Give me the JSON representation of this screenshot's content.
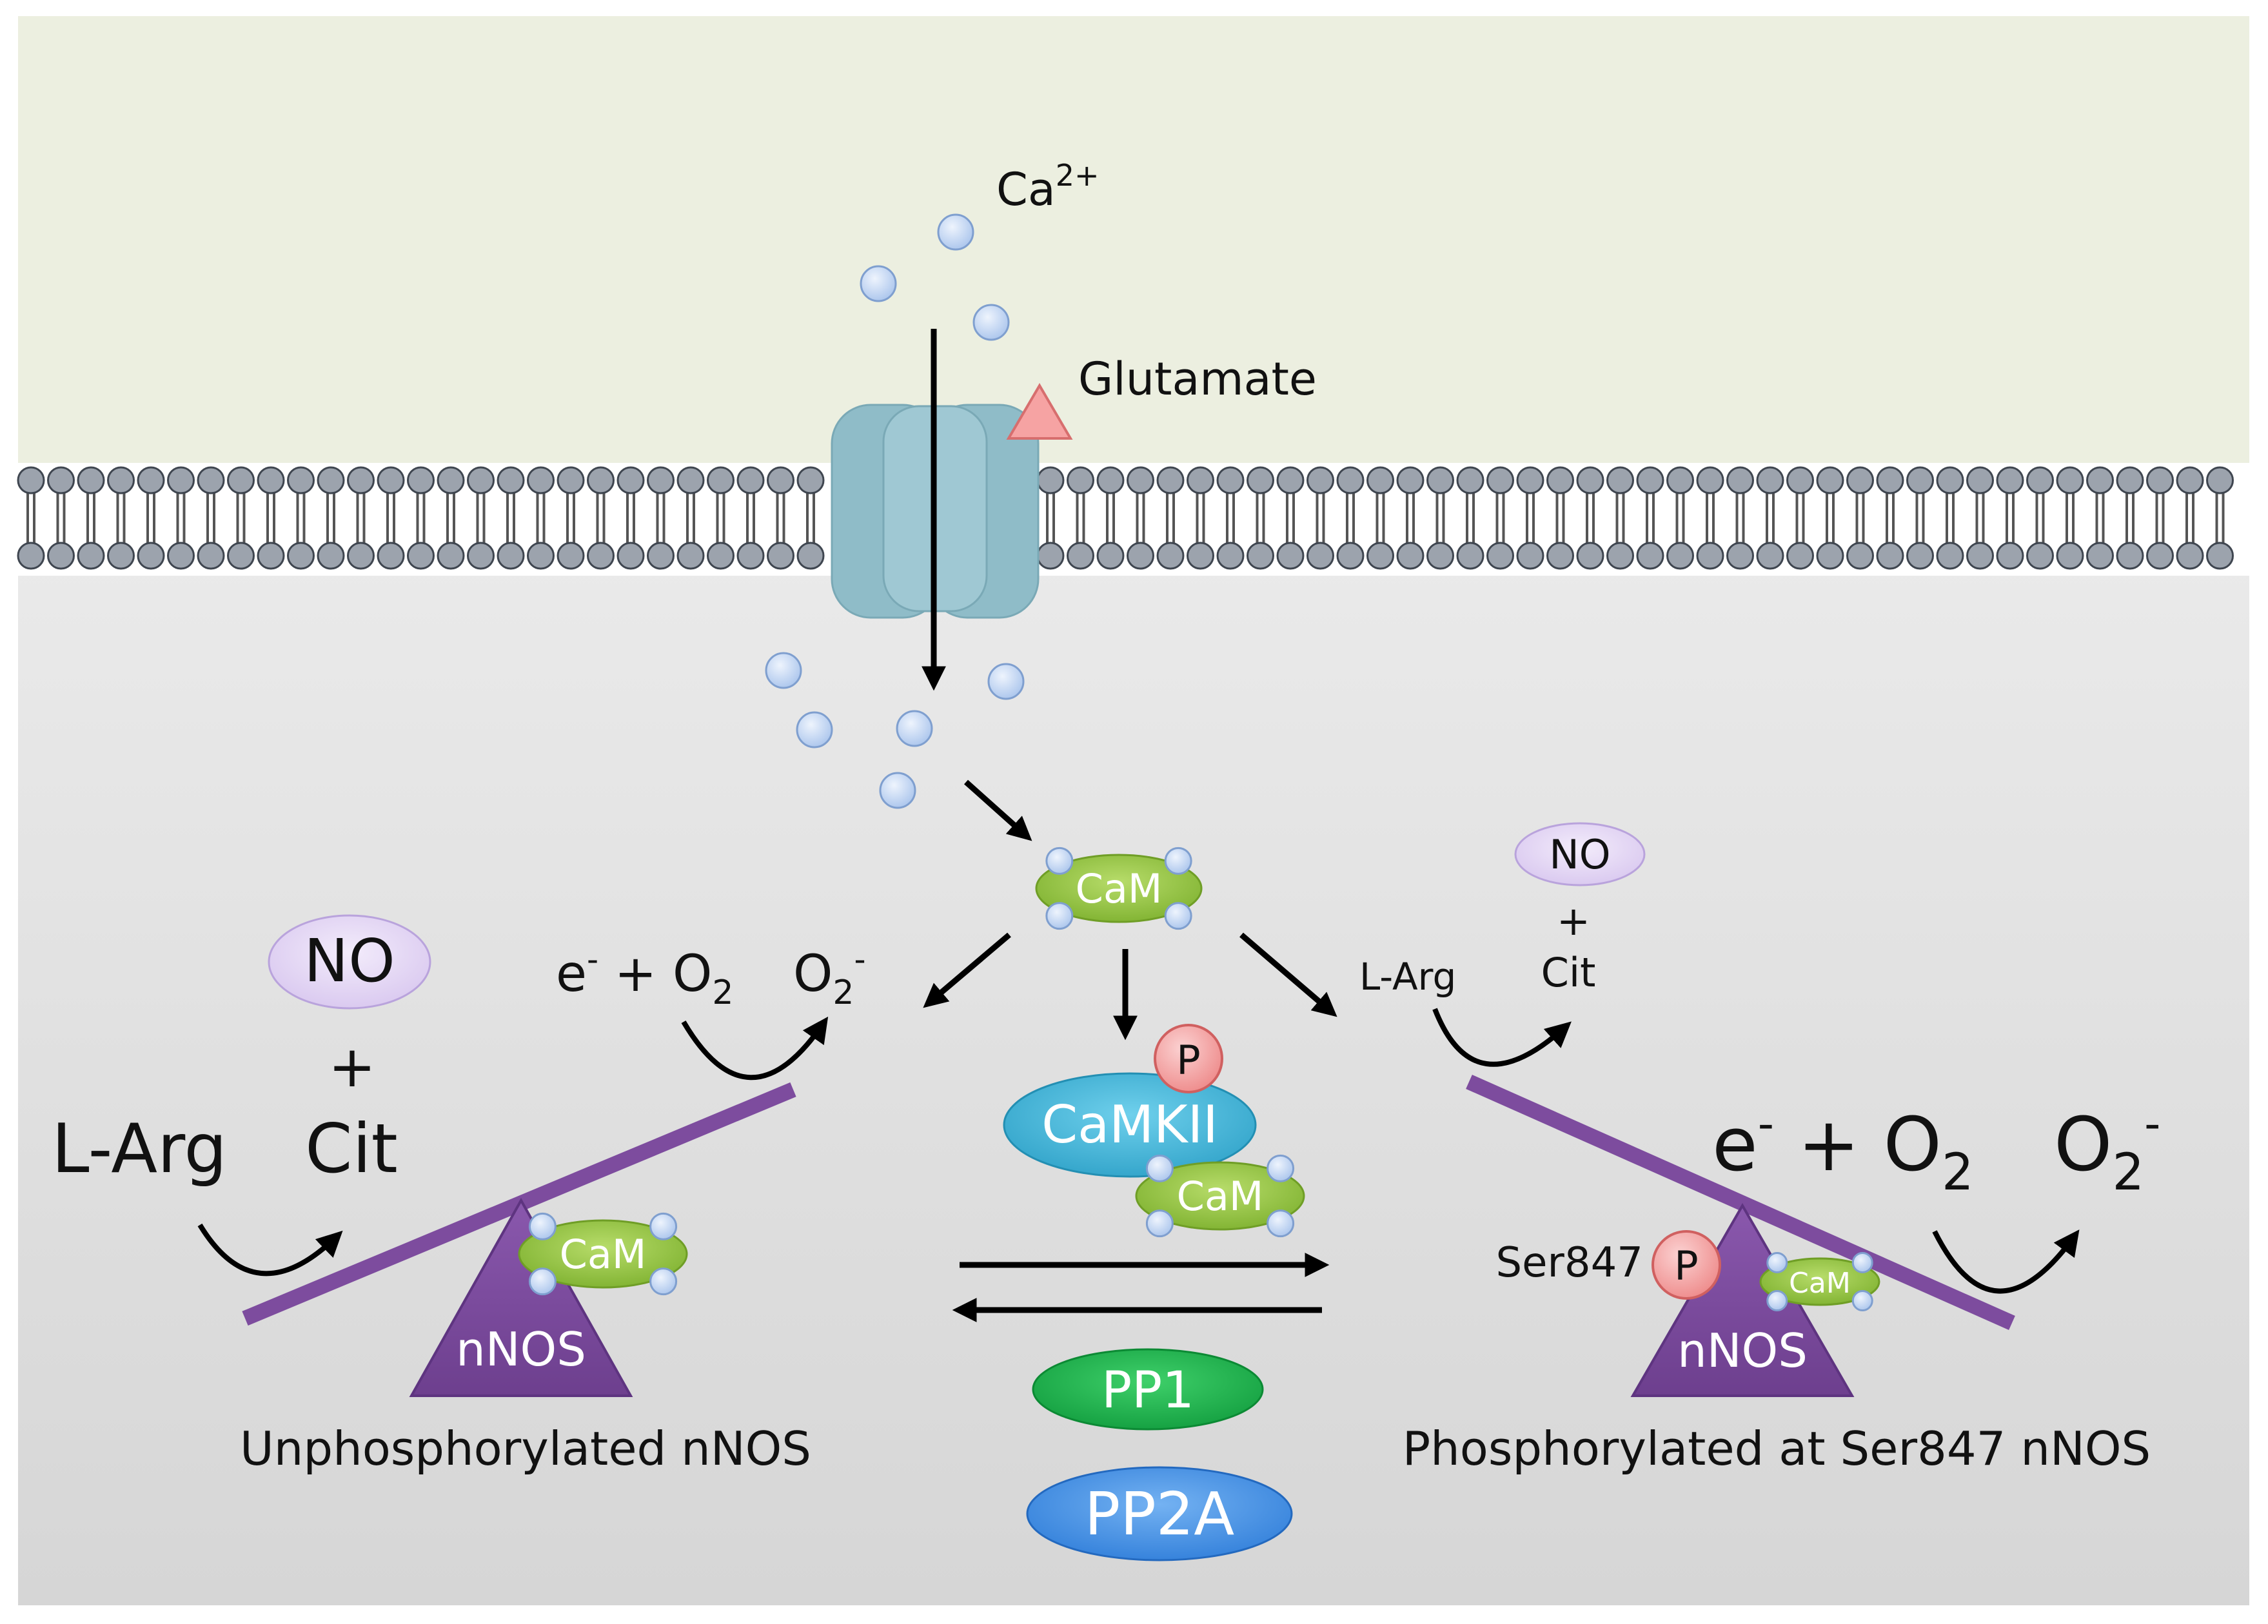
{
  "extracellular": {
    "ion_label": "Ca",
    "ion_charge": "2+",
    "ligand_label": "Glutamate"
  },
  "center": {
    "cam_label": "CaM",
    "camkii_label": "CaMKII",
    "camkii_cam_label": "CaM",
    "phospho_label": "P",
    "pp1_label": "PP1",
    "pp2a_label": "PP2A"
  },
  "left_panel": {
    "no_label": "NO",
    "plus": "+",
    "cit_label": "Cit",
    "larg_label": "L-Arg",
    "electron_base": "e",
    "electron_sup": "-",
    "plus_o2": " + O",
    "o2_sub": "2",
    "superoxide_base": "O",
    "superoxide_sub": "2",
    "superoxide_sup": "-",
    "cam_label": "CaM",
    "nnos_label": "nNOS",
    "caption": "Unphosphorylated nNOS"
  },
  "right_panel": {
    "no_label": "NO",
    "plus": "+",
    "cit_label": "Cit",
    "larg_label": "L-Arg",
    "electron_base": "e",
    "electron_sup": "-",
    "plus_o2": " + O",
    "o2_sub": "2",
    "superoxide_base": "O",
    "superoxide_sub": "2",
    "superoxide_sup": "-",
    "ser_label": "Ser847",
    "phospho_label": "P",
    "cam_label": "CaM",
    "nnos_label": "nNOS",
    "caption": "Phosphorylated at Ser847 nNOS"
  },
  "colors": {
    "extracellular": "#ecefe0",
    "intracellular_top": "#e9e9e9",
    "intracellular_bottom": "#d9d9d9",
    "lipid_head": "#9ca3ad",
    "channel": "#92bfca",
    "calcium": "#c6d9f3",
    "cam": "#8fbf3c",
    "camkii": "#3fb4d4",
    "pp1": "#19a84a",
    "pp2a": "#3f8ee0",
    "nnos": "#7d4c9e",
    "seesaw": "#7d4c9e",
    "no": "#e4d6f3",
    "phospho": "#f6a1a1",
    "glutamate": "#f6a3a3"
  }
}
